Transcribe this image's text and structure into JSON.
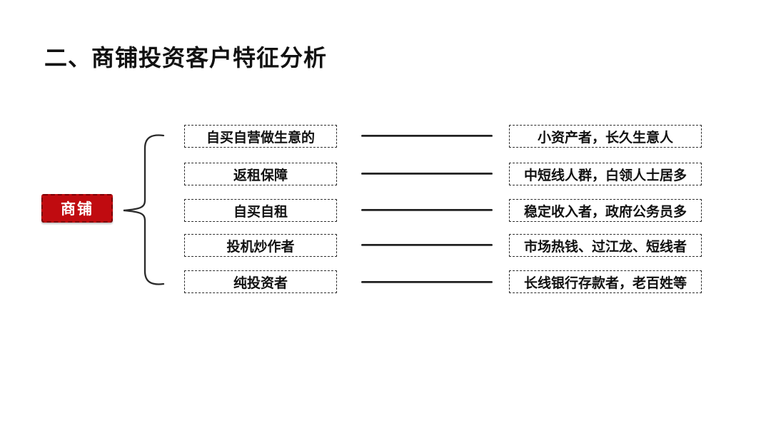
{
  "title": "二、商铺投资客户特征分析",
  "root": {
    "label": "商铺"
  },
  "colors": {
    "accent_red": "#c00b10",
    "accent_red_border": "#7e0004",
    "line": "#2e2e2e"
  },
  "rows": [
    {
      "type": "自买自营做生意的",
      "trait": "小资产者，长久生意人"
    },
    {
      "type": "返租保障",
      "trait": "中短线人群，白领人士居多"
    },
    {
      "type": "自买自租",
      "trait": "稳定收入者，政府公务员多"
    },
    {
      "type": "投机炒作者",
      "trait": "市场热钱、过江龙、短线者"
    },
    {
      "type": "纯投资者",
      "trait": "长线银行存款者，老百姓等"
    }
  ]
}
